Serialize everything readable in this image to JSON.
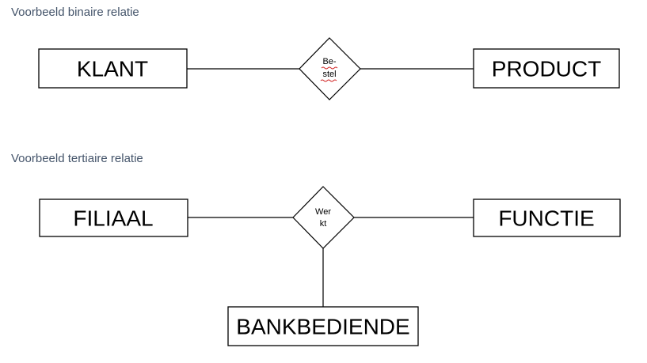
{
  "captions": {
    "binary": "Voorbeeld binaire relatie",
    "tertiary": "Voorbeeld tertiaire relatie"
  },
  "binary": {
    "entity_left": "KLANT",
    "entity_right": "PRODUCT",
    "relation_line1": "Be-",
    "relation_line2": "stel"
  },
  "tertiary": {
    "entity_left": "FILIAAL",
    "entity_right": "FUNCTIE",
    "entity_bottom": "BANKBEDIENDE",
    "relation_line1": "Wer",
    "relation_line2": "kt"
  },
  "colors": {
    "caption": "#44546a",
    "spellcheck_underline": "#d02020"
  }
}
